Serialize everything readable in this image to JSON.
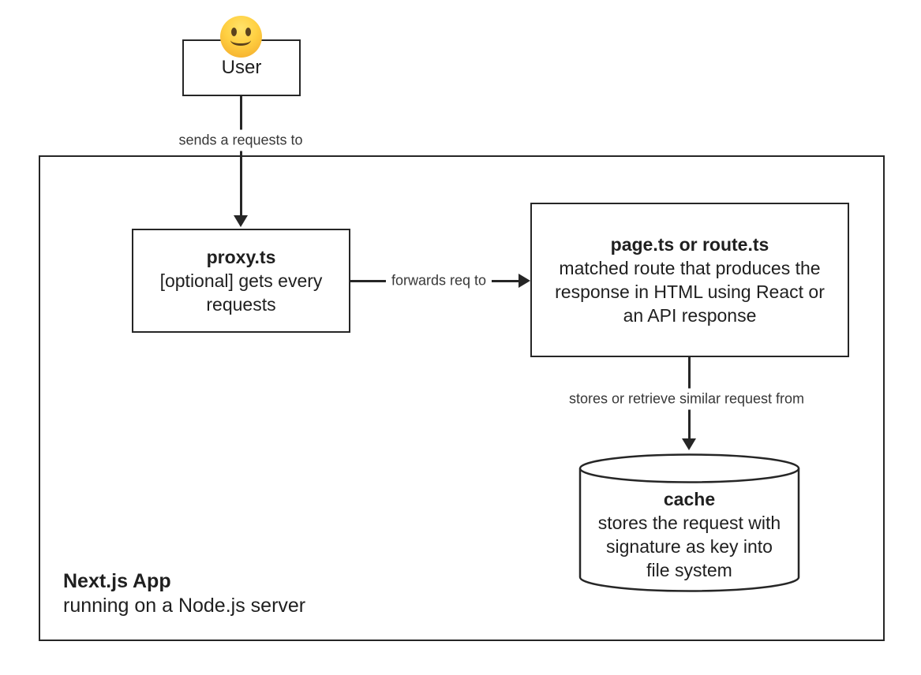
{
  "diagram": {
    "user": {
      "label": "User",
      "emoji": "🙂"
    },
    "container": {
      "title": "Next.js App",
      "subtitle": "running on a Node.js server"
    },
    "nodes": {
      "proxy": {
        "title": "proxy.ts",
        "body": "[optional] gets every requests"
      },
      "page": {
        "title": "page.ts or route.ts",
        "body": "matched route that produces the response in HTML using React or an API response"
      },
      "cache": {
        "title": "cache",
        "body": "stores the request with signature as key into file system"
      }
    },
    "edges": {
      "user_to_proxy": "sends a requests to",
      "proxy_to_page": "forwards req to",
      "page_to_cache": "stores or retrieve similar request from"
    },
    "colors": {
      "line": "#262626",
      "text": "#1f1f1f",
      "edge_label_text": "#383838",
      "background": "#ffffff",
      "emoji_yellow": "#ffd042"
    }
  }
}
